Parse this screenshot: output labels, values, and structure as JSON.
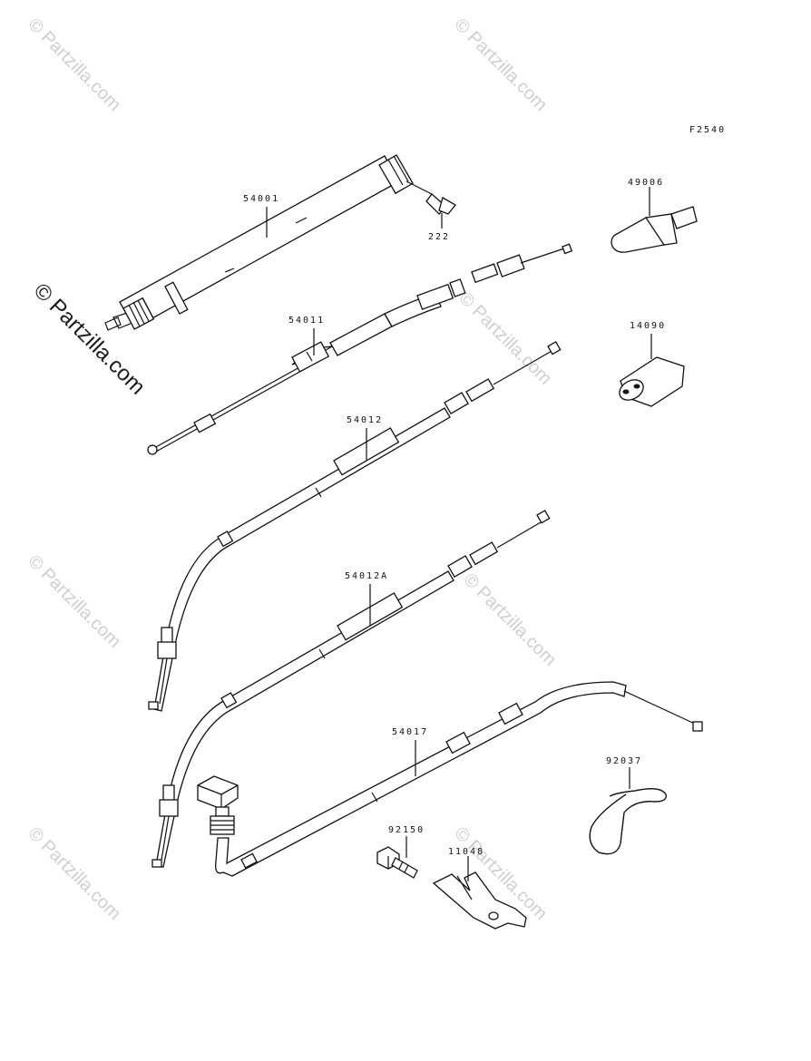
{
  "diagram_code": "F2540",
  "watermark": {
    "text": "© Partzilla.com"
  },
  "parts": [
    {
      "number": "54001"
    },
    {
      "number": "222"
    },
    {
      "number": "49006"
    },
    {
      "number": "54011"
    },
    {
      "number": "14090"
    },
    {
      "number": "54012"
    },
    {
      "number": "54012A"
    },
    {
      "number": "54017"
    },
    {
      "number": "92037"
    },
    {
      "number": "92150"
    },
    {
      "number": "11048"
    }
  ]
}
